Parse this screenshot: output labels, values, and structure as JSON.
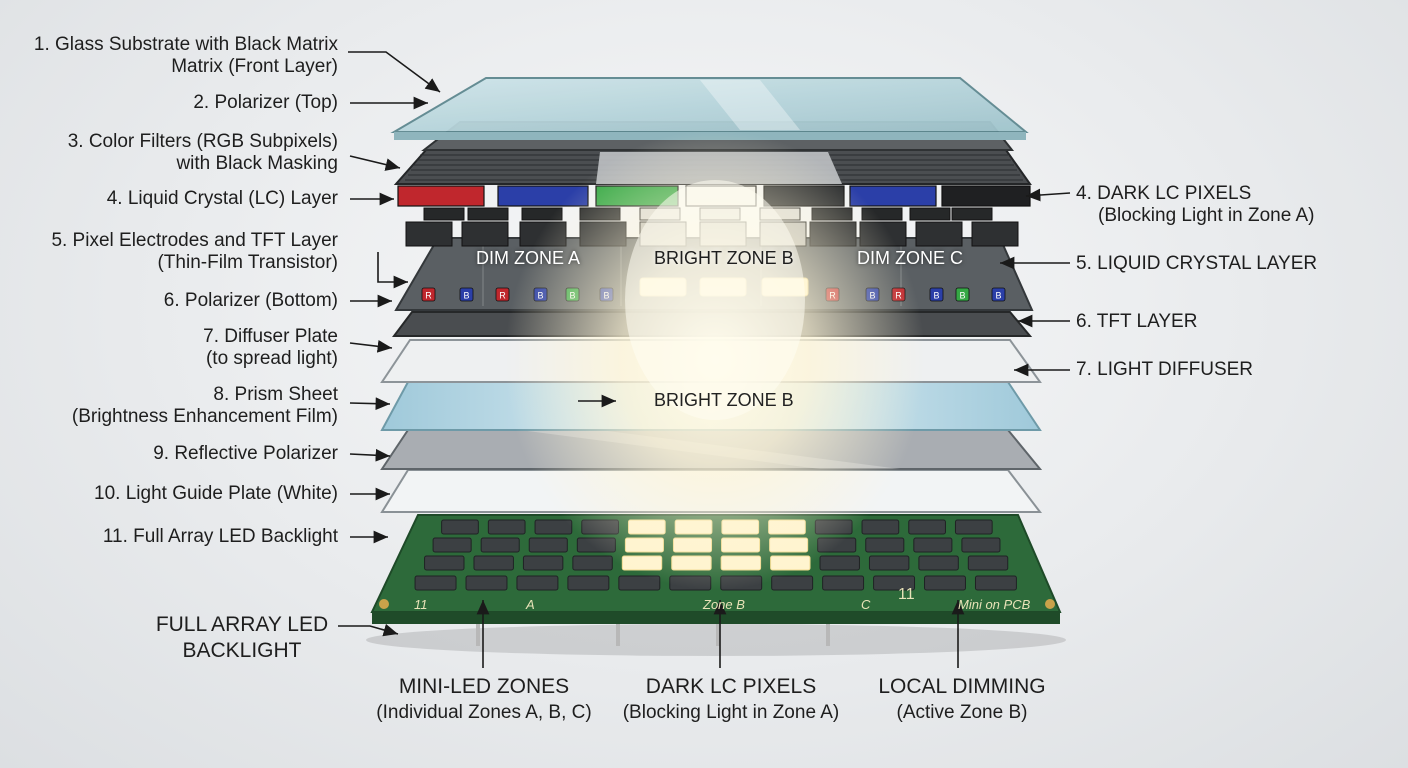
{
  "left_labels": [
    {
      "lines": [
        "1. Glass Substrate with Black Matrix",
        "Matrix (Front Layer)"
      ]
    },
    {
      "lines": [
        "2. Polarizer (Top)"
      ]
    },
    {
      "lines": [
        "3. Color Filters (RGB Subpixels)",
        "with Black Masking"
      ]
    },
    {
      "lines": [
        "4. Liquid Crystal (LC) Layer"
      ]
    },
    {
      "lines": [
        "5. Pixel Electrodes and TFT Layer",
        "(Thin-Film Transistor)"
      ]
    },
    {
      "lines": [
        "6. Polarizer (Bottom)"
      ]
    },
    {
      "lines": [
        "7. Diffuser Plate",
        "(to spread light)"
      ]
    },
    {
      "lines": [
        "8. Prism Sheet",
        "(Brightness Enhancement Film)"
      ]
    },
    {
      "lines": [
        "9. Reflective Polarizer"
      ]
    },
    {
      "lines": [
        "10. Light Guide Plate (White)"
      ]
    },
    {
      "lines": [
        "11. Full Array LED Backlight"
      ]
    },
    {
      "lines": [
        "FULL ARRAY LED",
        "BACKLIGHT"
      ]
    }
  ],
  "right_labels": [
    {
      "lines": [
        "4. DARK LC PIXELS",
        "(Blocking Light in Zone A)"
      ]
    },
    {
      "lines": [
        "5. LIQUID CRYSTAL LAYER"
      ]
    },
    {
      "lines": [
        "6. TFT LAYER"
      ]
    },
    {
      "lines": [
        "7. LIGHT DIFFUSER"
      ]
    }
  ],
  "bottom_labels": [
    {
      "lines": [
        "MINI-LED ZONES",
        "(Individual Zones A, B, C)"
      ]
    },
    {
      "lines": [
        "DARK LC PIXELS",
        "(Blocking Light in Zone A)"
      ]
    },
    {
      "lines": [
        "LOCAL DIMMING",
        "(Active Zone B)"
      ]
    }
  ],
  "zones": {
    "dim_a": "DIM ZONE A",
    "bright_b": "BRIGHT ZONE B",
    "dim_c": "DIM ZONE C",
    "bright_b_lower": "BRIGHT ZONE B"
  },
  "subpixel_letters": [
    "R",
    "B",
    "R",
    "B",
    "B",
    "B",
    "R",
    "B",
    "R",
    "B",
    "B",
    "B"
  ],
  "pcb_text": {
    "n1": "11",
    "a": "A",
    "b": "Zone B",
    "c": "C",
    "n2": "11",
    "note": "Mini on PCB"
  },
  "colors": {
    "red": "#c0272d",
    "blue": "#2b3fa8",
    "green": "#35a845",
    "pcb": "#2d6a3a",
    "glow": "#fff6d8"
  }
}
